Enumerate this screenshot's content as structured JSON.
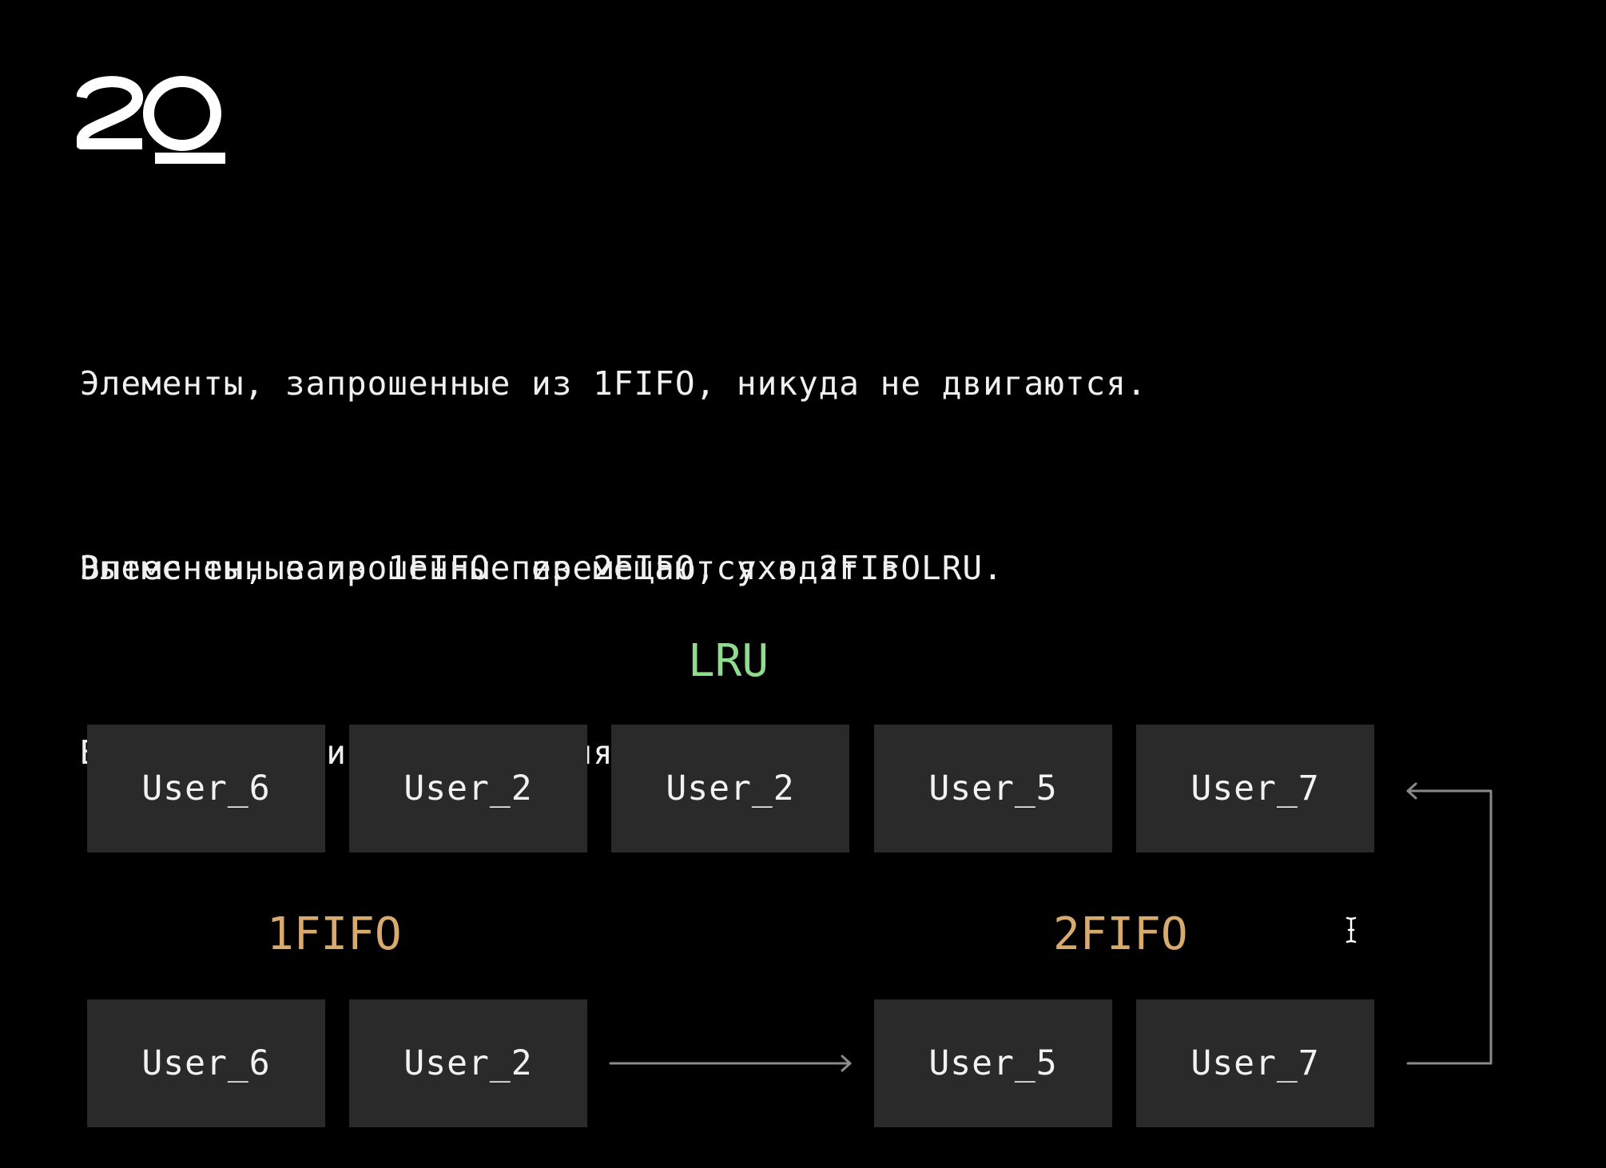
{
  "logo": {
    "text": "20",
    "icon": "20-logo"
  },
  "description": {
    "block_1": [
      "Элементы, запрошенные из 1FIFO, никуда не двигаются.",
      "Вытесненные из 1FIFO перемещаются в 2FIFO"
    ],
    "block_2": [
      "Элементы, запрошенные из 2FIFO, уходят в LRU.",
      "Вытесненные из 2FIFO удаляются"
    ]
  },
  "diagram": {
    "lru": {
      "label": "LRU",
      "items": [
        "User_6",
        "User_2",
        "User_2",
        "User_5",
        "User_7"
      ]
    },
    "fifo_1": {
      "label": "1FIFO",
      "items": [
        "User_6",
        "User_2"
      ]
    },
    "fifo_2": {
      "label": "2FIFO",
      "items": [
        "User_5",
        "User_7"
      ]
    }
  },
  "colors": {
    "background": "#000000",
    "cell_background": "#2a2a2a",
    "text": "#f0f0f0",
    "lru_label": "#8fdc8f",
    "fifo_label": "#d9aa6e",
    "arrow": "#8a8a8a"
  },
  "icons": {
    "cursor": "text-cursor-icon",
    "fifo_arrow": "arrow-right-icon",
    "promote_arrow": "arrow-left-icon"
  }
}
